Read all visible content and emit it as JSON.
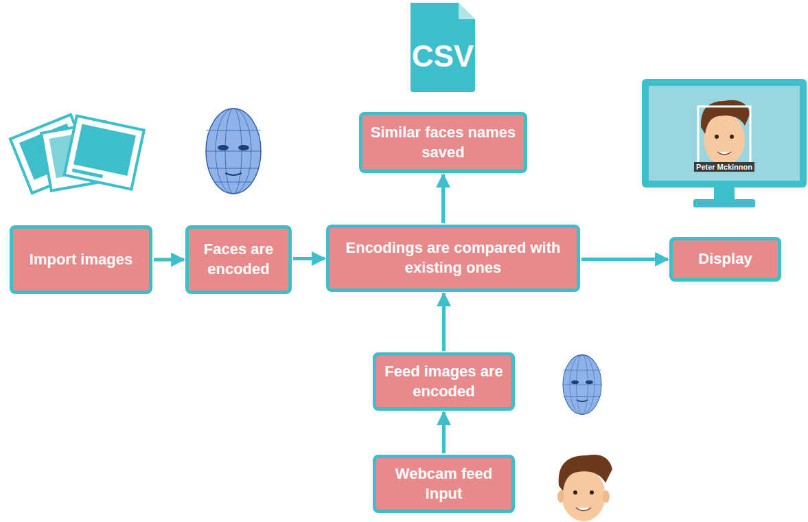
{
  "diagram": {
    "nodes": [
      {
        "text": [
          "Similar faces names saved"
        ]
      },
      {
        "text": [
          "Import images"
        ]
      },
      {
        "text": [
          "Faces are encoded"
        ]
      },
      {
        "text": [
          "Encodings are compared with existing ones"
        ]
      },
      {
        "text": [
          "Display"
        ]
      },
      {
        "text": [
          "Feed images are encoded"
        ]
      },
      {
        "text": [
          "Webcam feed Input"
        ]
      }
    ],
    "edges": [
      {
        "from": 1,
        "to": 2,
        "arrow": "to"
      },
      {
        "from": 2,
        "to": 3,
        "arrow": "to"
      },
      {
        "from": 3,
        "to": 0,
        "arrow": "to"
      },
      {
        "from": 3,
        "to": 4,
        "arrow": "to"
      },
      {
        "from": 5,
        "to": 3,
        "arrow": "to"
      },
      {
        "from": 6,
        "to": 5,
        "arrow": "to"
      }
    ],
    "labels": [
      "CSV",
      "Peter Mckinnon"
    ]
  }
}
